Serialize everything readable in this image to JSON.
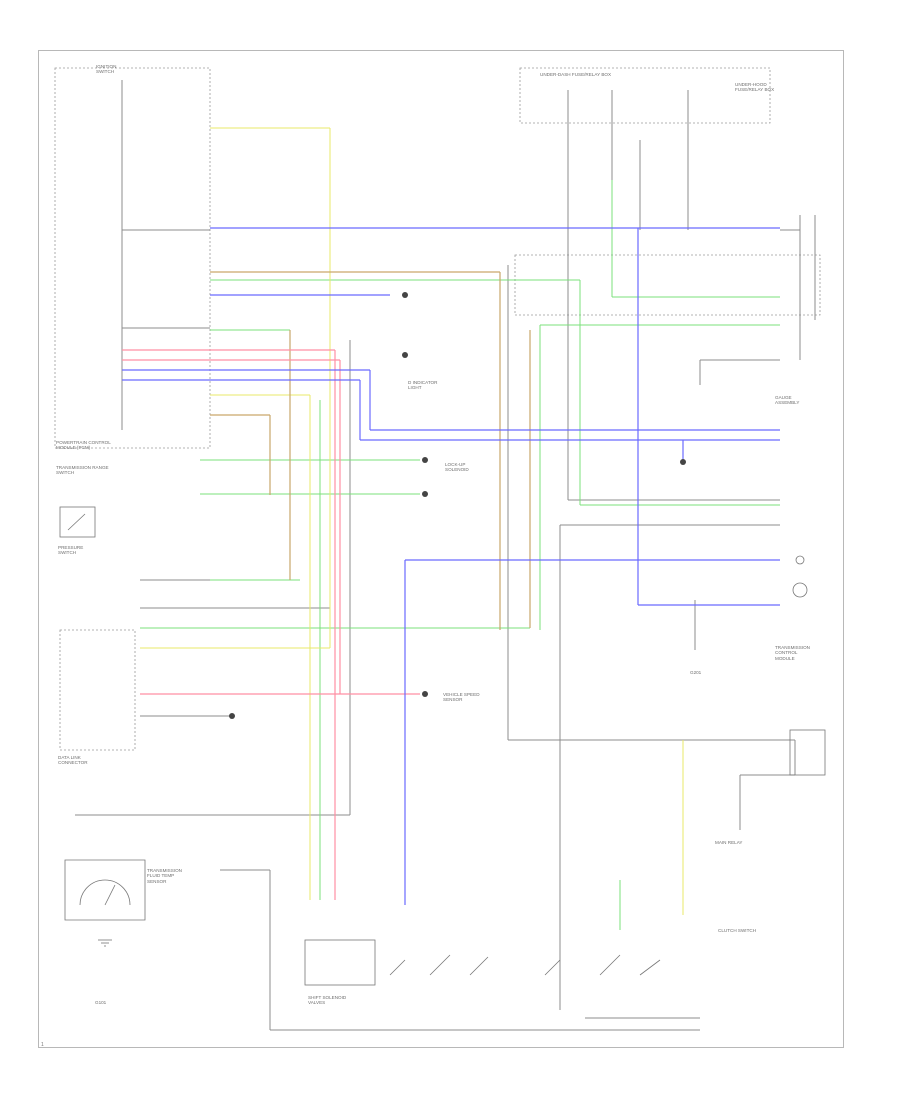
{
  "diagram": {
    "labels": {
      "top_left_block": "IGNITION\nSWITCH",
      "top_right_block": "UNDER-DASH FUSE/RELAY BOX",
      "engine_relay_box": "UNDER-HOOD\nFUSE/RELAY BOX",
      "pcm_caption": "POWERTRAIN CONTROL\nMODULE (PCM)",
      "tr_switch": "TRANSMISSION RANGE\nSWITCH",
      "pressure_switch": "PRESSURE\nSWITCH",
      "data_link": "DATA LINK\nCONNECTOR",
      "speed_sensor": "VEHICLE SPEED\nSENSOR",
      "gauge": "TRANSMISSION\nFLUID TEMP\nSENSOR",
      "solenoid_block": "SHIFT SOLENOID\nVALVES",
      "lockup_solenoid": "LOCK-UP\nSOLENOID",
      "ground": "G101",
      "ground2": "G201",
      "indicator": "D INDICATOR\nLIGHT",
      "right_module": "GAUGE\nASSEMBLY",
      "right_lower": "TRANSMISSION\nCONTROL\nMODULE",
      "clutch_switch": "CLUTCH SWITCH",
      "mainline": "MAIN RELAY",
      "footer": "1"
    }
  }
}
